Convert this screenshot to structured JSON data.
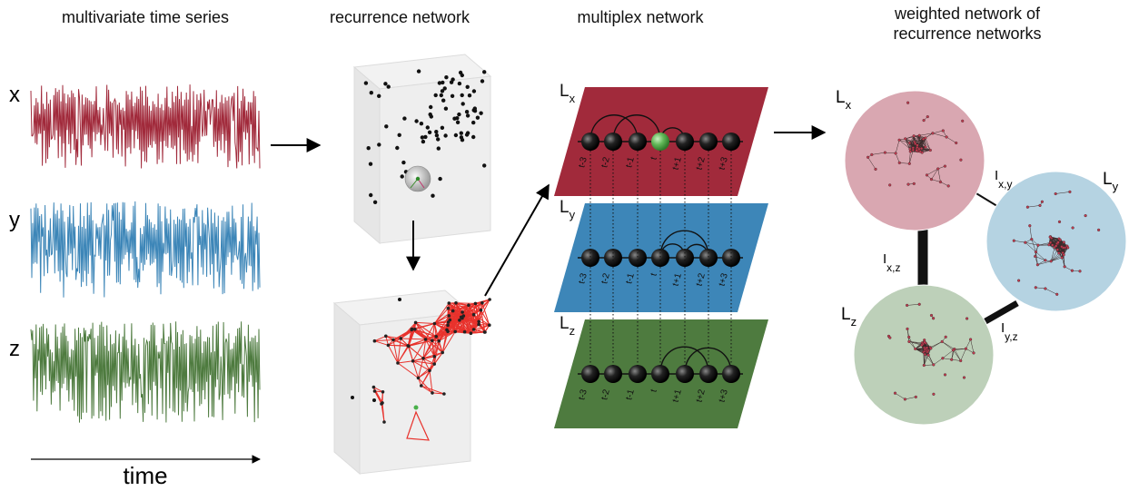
{
  "titles": {
    "panel1": "multivariate time series",
    "panel2": "recurrence network",
    "panel3": "multiplex network",
    "panel4_line1": "weighted network of",
    "panel4_line2": "recurrence networks"
  },
  "series_labels": {
    "x": "x",
    "y": "y",
    "z": "z"
  },
  "time_label": "time",
  "colors": {
    "red": "#a12a3b",
    "blue": "#3d86b8",
    "green": "#4e7b3f",
    "red_light": "#d9a7b1",
    "blue_light": "#b5d3e2",
    "green_light": "#bdd0b9",
    "network_red": "#e8322c"
  },
  "layers": [
    {
      "base": "L",
      "sub": "x"
    },
    {
      "base": "L",
      "sub": "y"
    },
    {
      "base": "L",
      "sub": "z"
    }
  ],
  "node_labels": [
    "t-3",
    "t-2",
    "t-1",
    "t",
    "t+1",
    "t+2",
    "t+3"
  ],
  "weights": [
    {
      "base": "I",
      "sub": "x,y"
    },
    {
      "base": "I",
      "sub": "x,z"
    },
    {
      "base": "I",
      "sub": "y,z"
    }
  ]
}
